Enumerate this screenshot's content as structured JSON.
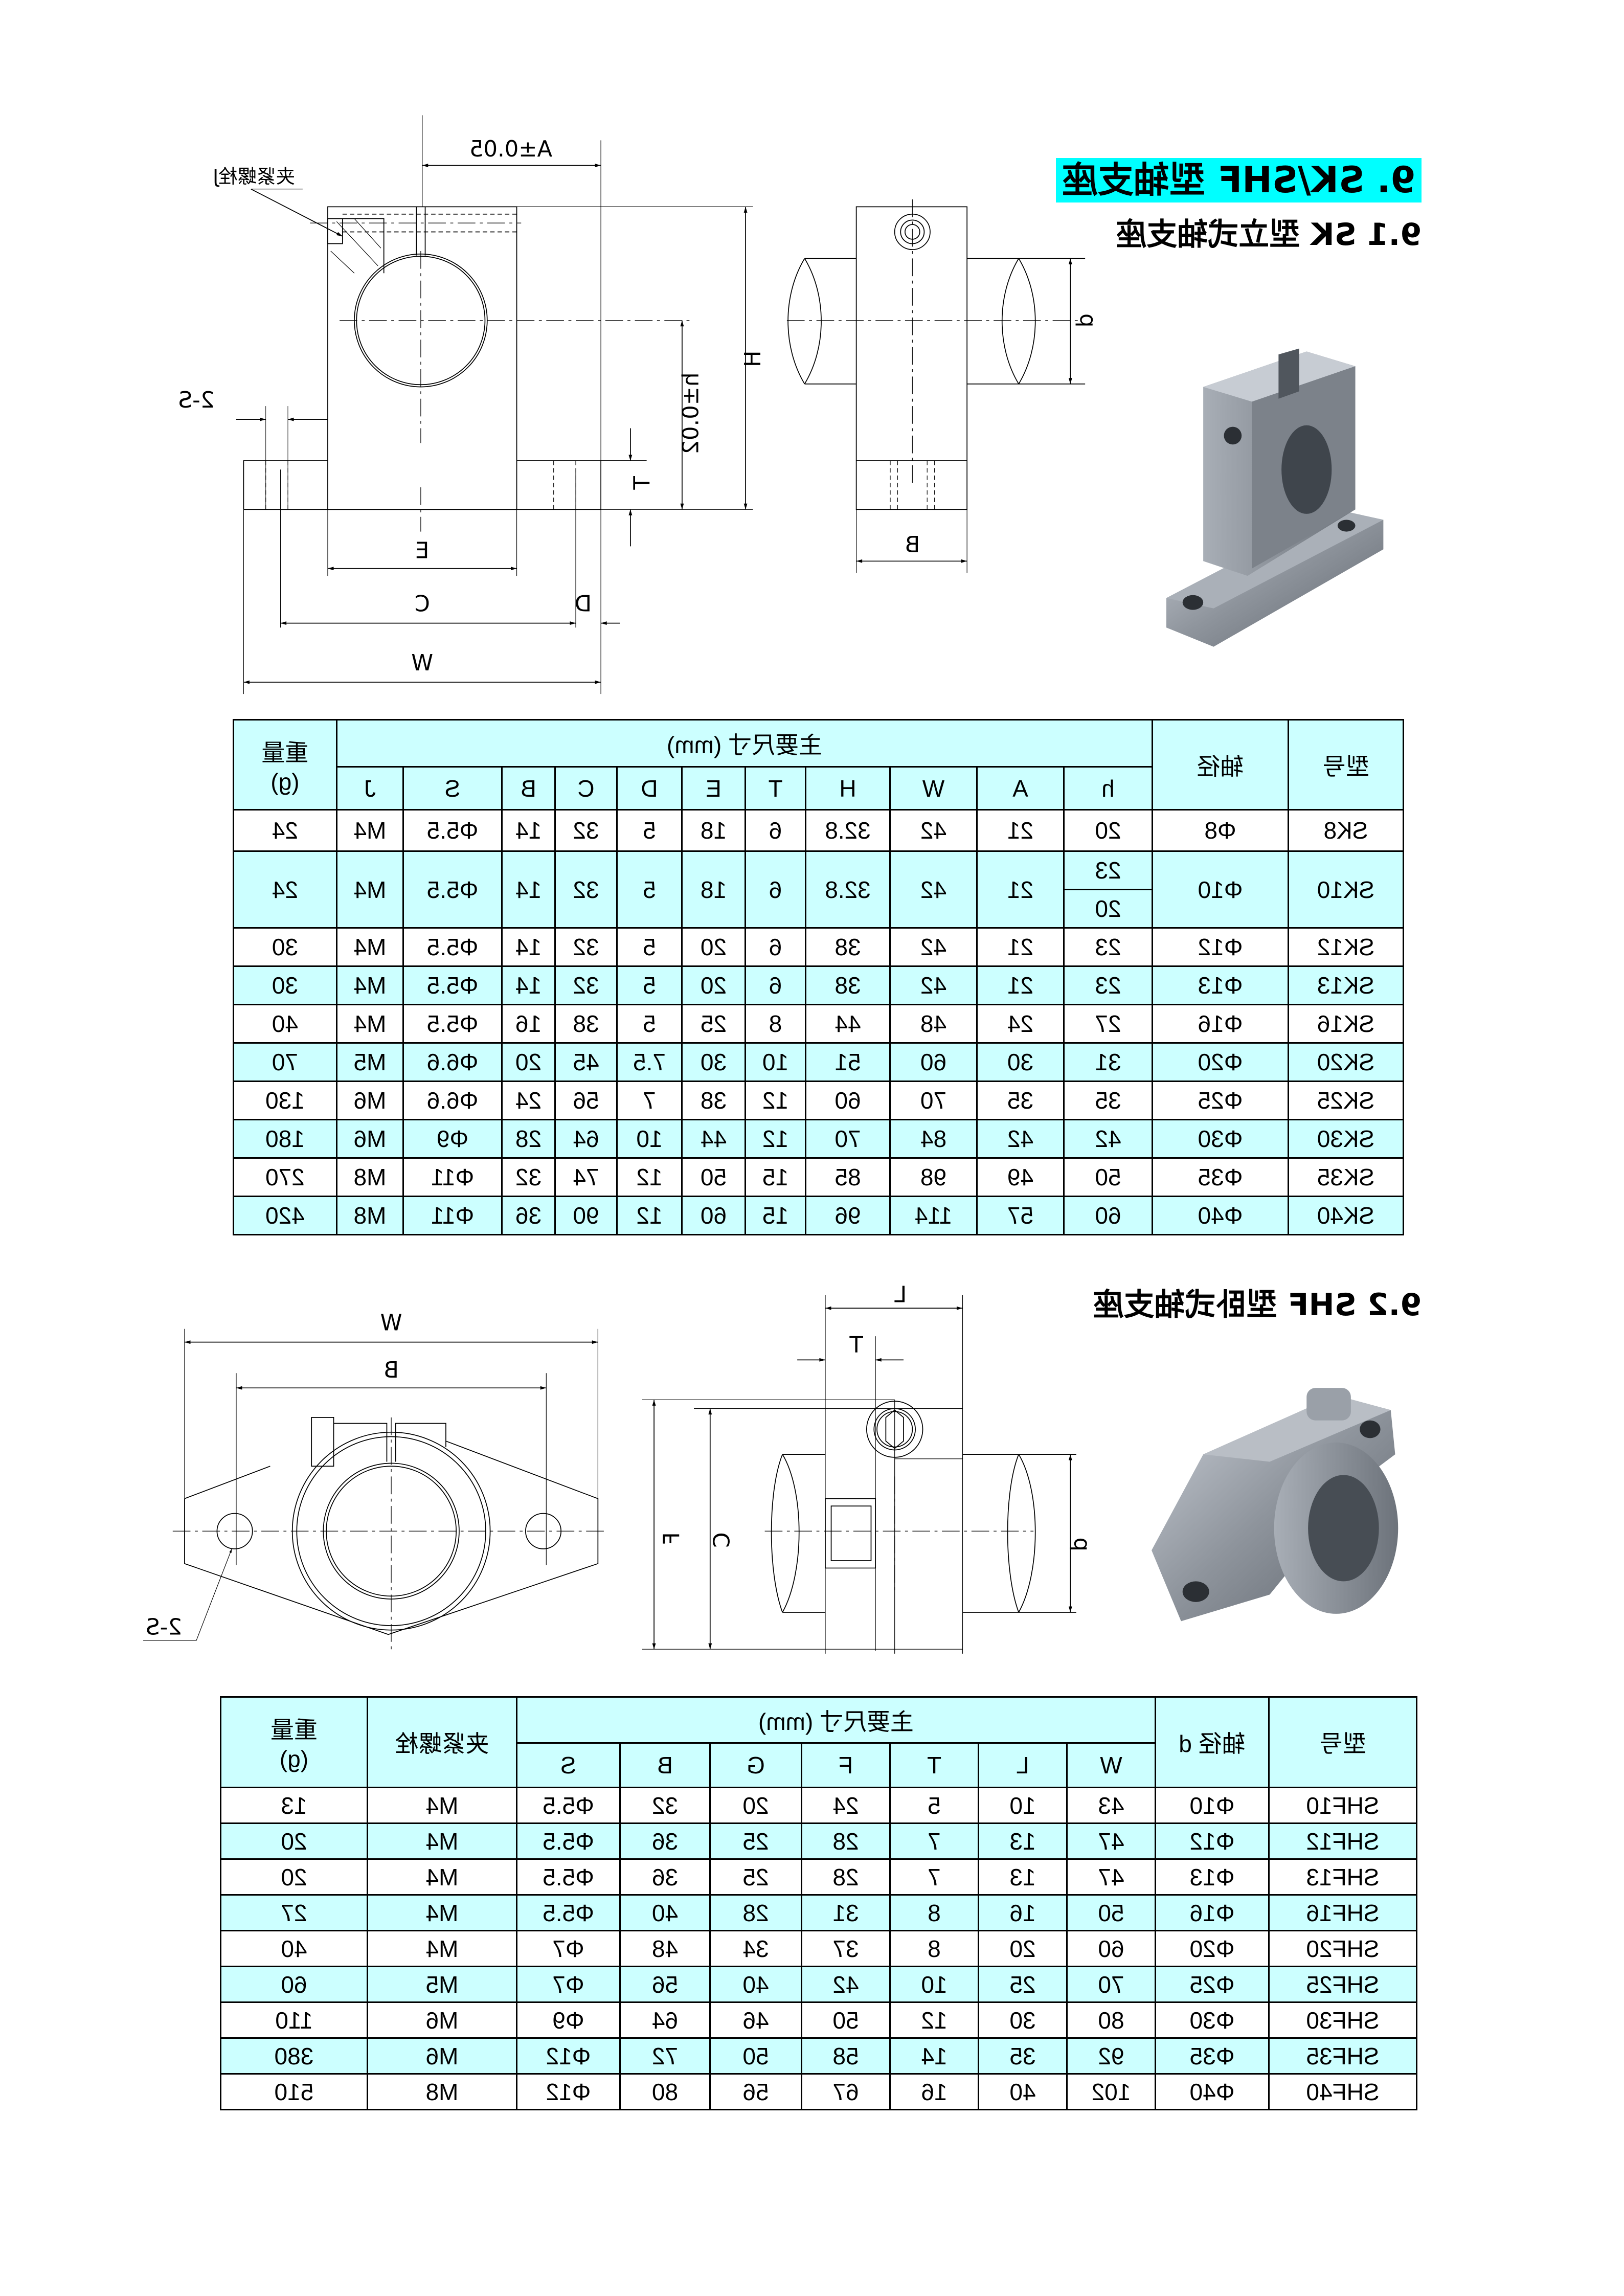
{
  "titles": {
    "main": "9.  SK/SHF 型轴支座",
    "sk": "9.1  SK 型立式轴支座",
    "shf": "9.2  SHF 型卧式轴支座"
  },
  "drawing_sk": {
    "bolt": "夹紧螺栓J",
    "a": "A±0.05",
    "h_total": "H",
    "h_center": "h±0.02",
    "t": "T",
    "e": "E",
    "c": "C",
    "d": "D",
    "w": "W",
    "s": "2-S",
    "b": "B",
    "shaft_d": "d"
  },
  "drawing_shf": {
    "w": "W",
    "b": "B",
    "s": "2-S",
    "l": "L",
    "t": "T",
    "f": "F",
    "c": "C",
    "shaft_d": "d"
  },
  "sk_table": {
    "model_label": "型号",
    "shaft_label": "轴径",
    "group_label": "主要尺寸 (mm)",
    "weight_label": "重量",
    "weight_unit": "(g)",
    "columns": [
      "h",
      "A",
      "W",
      "H",
      "T",
      "E",
      "D",
      "C",
      "B",
      "S",
      "J"
    ],
    "rows": [
      [
        "SK8",
        "Φ8",
        "20",
        "21",
        "42",
        "32.8",
        "6",
        "18",
        "5",
        "32",
        "14",
        "Φ5.5",
        "M4",
        "24"
      ],
      [
        "SK10",
        "Φ10",
        [
          "23",
          "20"
        ],
        "21",
        "42",
        "32.8",
        "6",
        "18",
        "5",
        "32",
        "14",
        "Φ5.5",
        "M4",
        "24"
      ],
      [
        "SK12",
        "Φ12",
        "23",
        "21",
        "42",
        "38",
        "6",
        "20",
        "5",
        "32",
        "14",
        "Φ5.5",
        "M4",
        "30"
      ],
      [
        "SK13",
        "Φ13",
        "23",
        "21",
        "42",
        "38",
        "6",
        "20",
        "5",
        "32",
        "14",
        "Φ5.5",
        "M4",
        "30"
      ],
      [
        "SK16",
        "Φ16",
        "27",
        "24",
        "48",
        "44",
        "8",
        "25",
        "5",
        "38",
        "16",
        "Φ5.5",
        "M4",
        "40"
      ],
      [
        "SK20",
        "Φ20",
        "31",
        "30",
        "60",
        "51",
        "10",
        "30",
        "7.5",
        "45",
        "20",
        "Φ6.6",
        "M5",
        "70"
      ],
      [
        "SK25",
        "Φ25",
        "35",
        "35",
        "70",
        "60",
        "12",
        "38",
        "7",
        "56",
        "24",
        "Φ6.6",
        "M6",
        "130"
      ],
      [
        "SK30",
        "Φ30",
        "42",
        "42",
        "84",
        "70",
        "12",
        "44",
        "10",
        "64",
        "28",
        "Φ9",
        "M6",
        "180"
      ],
      [
        "SK35",
        "Φ35",
        "50",
        "49",
        "98",
        "85",
        "15",
        "50",
        "12",
        "74",
        "32",
        "Φ11",
        "M8",
        "270"
      ],
      [
        "SK40",
        "Φ40",
        "60",
        "57",
        "114",
        "96",
        "15",
        "60",
        "12",
        "90",
        "36",
        "Φ11",
        "M8",
        "420"
      ]
    ]
  },
  "shf_table": {
    "model_label": "型号",
    "shaft_label": "轴径 d",
    "group_label": "主要尺寸 (mm)",
    "bolt_label": "夹紧螺栓",
    "weight_label": "重量",
    "weight_unit": "(g)",
    "columns": [
      "W",
      "L",
      "T",
      "F",
      "G",
      "B",
      "S"
    ],
    "rows": [
      [
        "SHF10",
        "Φ10",
        "43",
        "10",
        "5",
        "24",
        "20",
        "32",
        "Φ5.5",
        "M4",
        "13"
      ],
      [
        "SHF12",
        "Φ12",
        "47",
        "13",
        "7",
        "28",
        "25",
        "36",
        "Φ5.5",
        "M4",
        "20"
      ],
      [
        "SHF13",
        "Φ13",
        "47",
        "13",
        "7",
        "28",
        "25",
        "36",
        "Φ5.5",
        "M4",
        "20"
      ],
      [
        "SHF16",
        "Φ16",
        "50",
        "16",
        "8",
        "31",
        "28",
        "40",
        "Φ5.5",
        "M4",
        "27"
      ],
      [
        "SHF20",
        "Φ20",
        "60",
        "20",
        "8",
        "37",
        "34",
        "48",
        "Φ7",
        "M4",
        "40"
      ],
      [
        "SHF25",
        "Φ25",
        "70",
        "25",
        "10",
        "42",
        "40",
        "56",
        "Φ7",
        "M5",
        "60"
      ],
      [
        "SHF30",
        "Φ30",
        "80",
        "30",
        "12",
        "50",
        "46",
        "64",
        "Φ9",
        "M6",
        "110"
      ],
      [
        "SHF35",
        "Φ35",
        "92",
        "35",
        "14",
        "58",
        "50",
        "72",
        "Φ12",
        "M6",
        "380"
      ],
      [
        "SHF40",
        "Φ40",
        "102",
        "40",
        "16",
        "67",
        "56",
        "80",
        "Φ12",
        "M8",
        "510"
      ]
    ]
  },
  "colors": {
    "highlight": "#00ffff",
    "cell": "#ccffff",
    "border": "#000000"
  }
}
